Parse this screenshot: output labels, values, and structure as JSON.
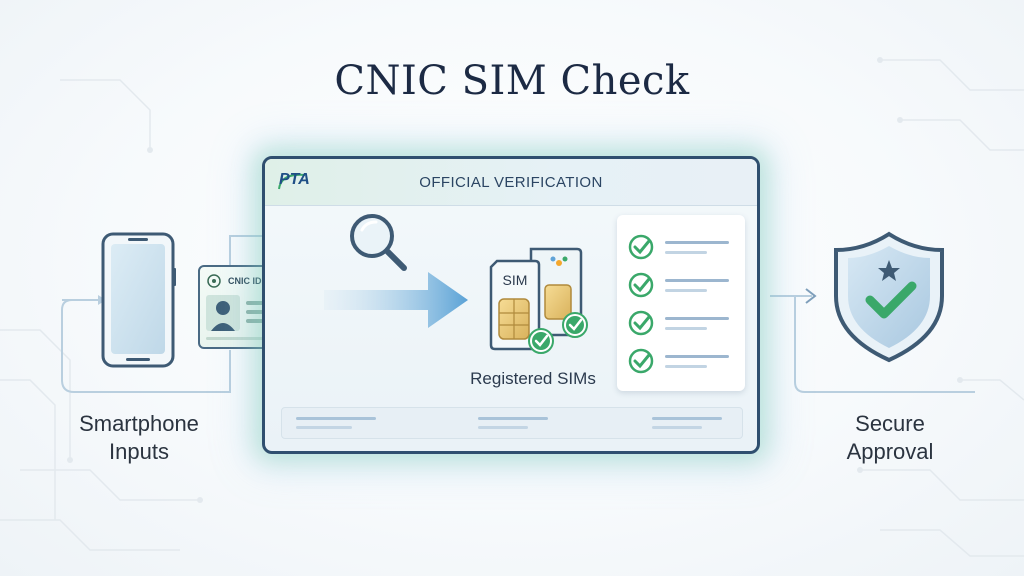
{
  "title": "CNIC SIM Check",
  "panel": {
    "logo": "PTA",
    "header": "OFFICIAL VERIFICATION",
    "sims_label": "Registered SIMs",
    "sim_text": "SIM",
    "checklist_count": 4
  },
  "left": {
    "card_label": "CNIC ID",
    "caption_line1": "Smartphone",
    "caption_line2": "Inputs"
  },
  "right": {
    "caption_line1": "Secure",
    "caption_line2": "Approval"
  },
  "colors": {
    "navy": "#2f4f6f",
    "check_green": "#3aa86a",
    "accent_blue": "#5fa3d8"
  }
}
